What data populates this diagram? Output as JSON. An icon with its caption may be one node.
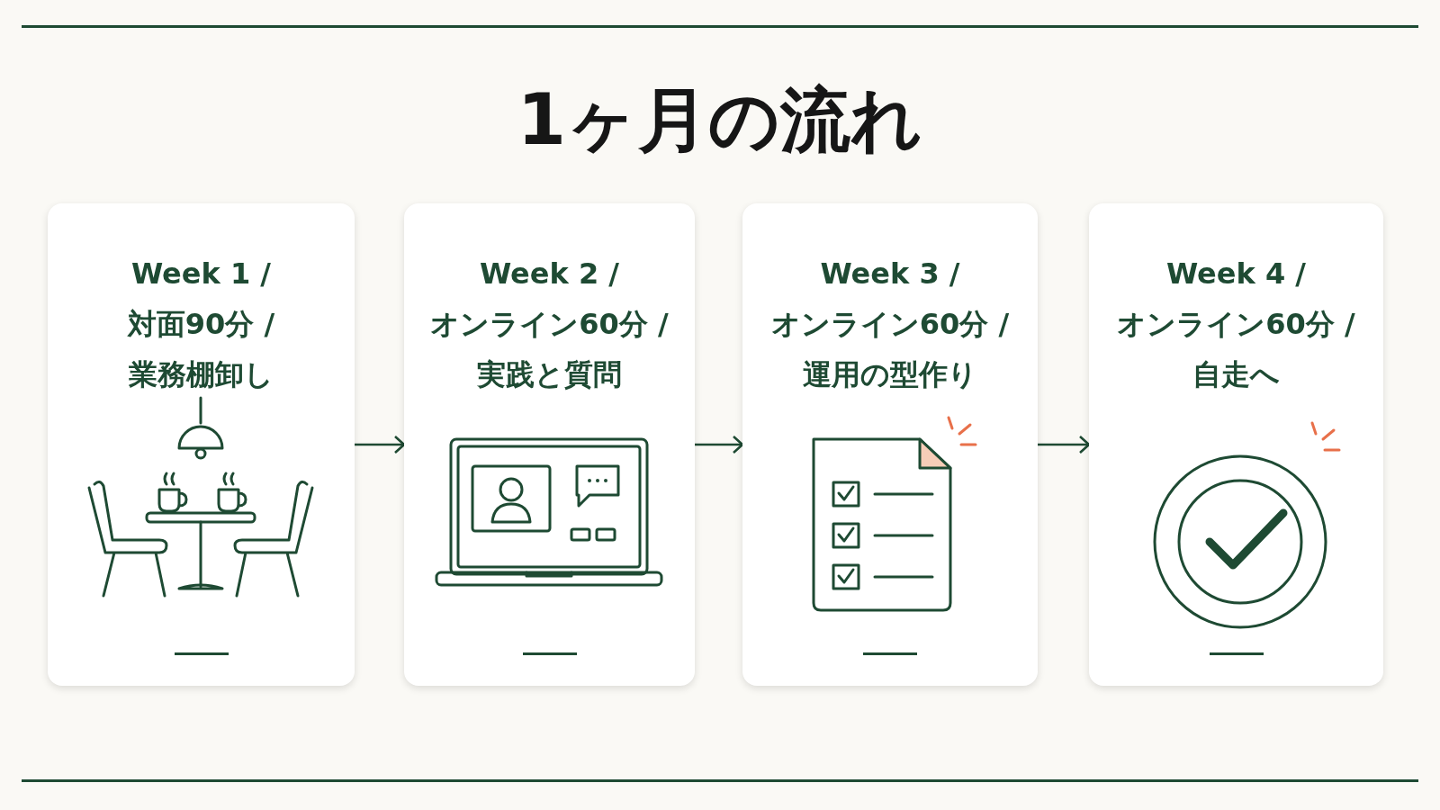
{
  "diagram": {
    "title": "1ヶ月の流れ",
    "nodes": [
      {
        "text": [
          "Week 1 / 対面90分 / 業務棚卸し"
        ]
      },
      {
        "text": [
          "Week 2 / オンライン60分 / 実践と質問"
        ]
      },
      {
        "text": [
          "Week 3 / オンライン60分 / 運用の型作り"
        ]
      },
      {
        "text": [
          "Week 4 / オンライン60分 / 自走へ"
        ]
      }
    ],
    "edges": [
      {
        "from": 0,
        "to": 1,
        "arrow": "to"
      },
      {
        "from": 1,
        "to": 2,
        "arrow": "to"
      },
      {
        "from": 2,
        "to": 3,
        "arrow": "to"
      }
    ]
  }
}
